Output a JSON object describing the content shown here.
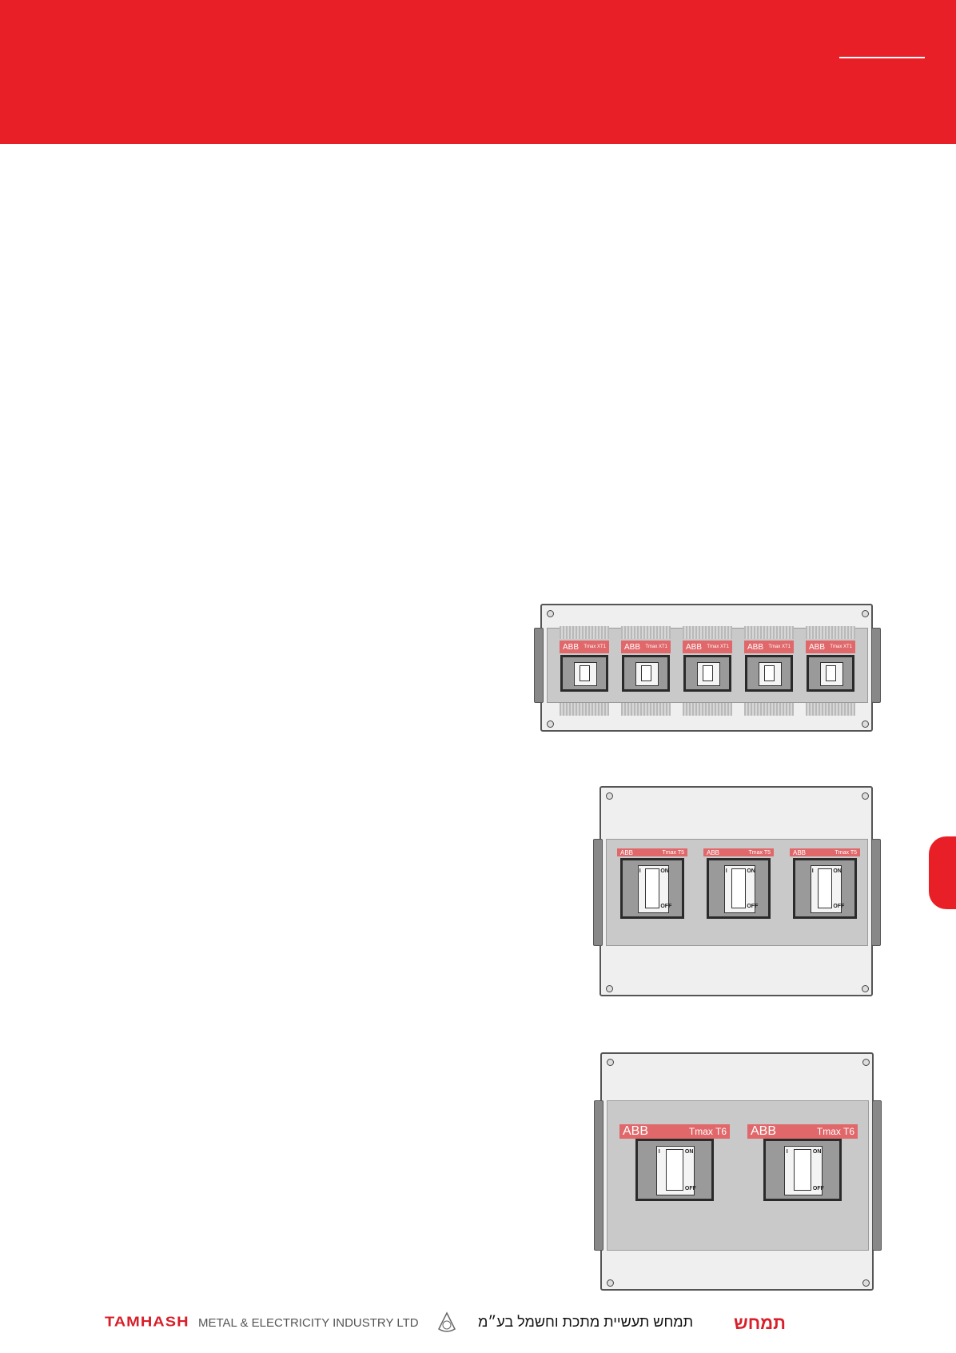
{
  "colors": {
    "brand_red": "#e91f27",
    "label_red": "#e0686b"
  },
  "panels": [
    {
      "model": "Tmax XT1",
      "brand": "ABB",
      "count": 5
    },
    {
      "model": "Tmax T5",
      "brand": "ABB",
      "count": 3,
      "on": "ON",
      "off": "OFF",
      "i": "I"
    },
    {
      "model": "Tmax T6",
      "brand": "ABB",
      "count": 2,
      "on": "ON",
      "off": "OFF",
      "i": "I"
    }
  ],
  "footer": {
    "brand": "TAMHASH",
    "company": "METAL & ELECTRICITY  INDUSTRY  LTD",
    "emblem": "standards-institution-icon",
    "hebrew_name": "תמחש תעשיית מתכת וחשמל בע״מ",
    "hebrew_logo": "תמחש"
  }
}
